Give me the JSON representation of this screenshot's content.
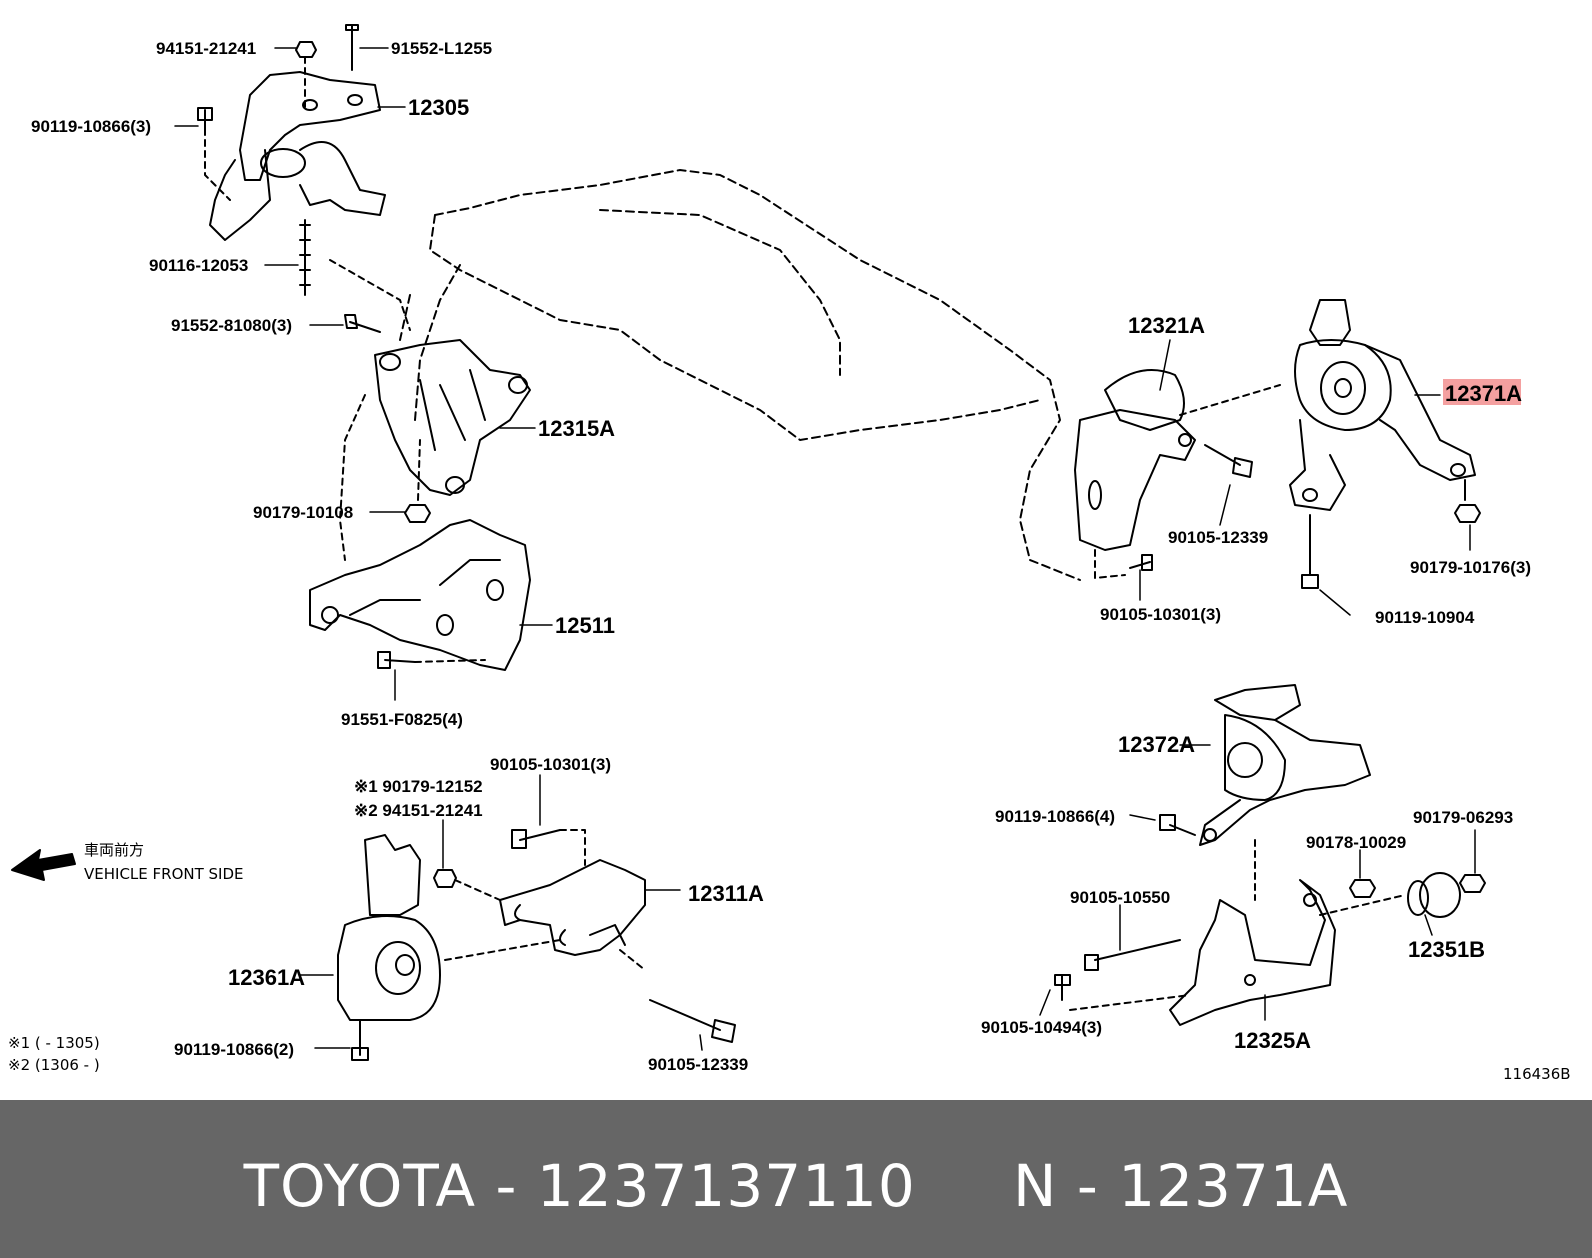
{
  "diagram": {
    "labels": {
      "p94151_21241": "94151-21241",
      "p91552_L1255": "91552-L1255",
      "p12305": "12305",
      "p90119_10866_3": "90119-10866(3)",
      "p90116_12053": "90116-12053",
      "p91552_81080_3": "91552-81080(3)",
      "p12315A": "12315A",
      "p90179_10108": "90179-10108",
      "p12511": "12511",
      "p91551_F0825_4": "91551-F0825(4)",
      "p12321A": "12321A",
      "p12371A": "12371A",
      "p90105_12339_a": "90105-12339",
      "p90179_10176_3": "90179-10176(3)",
      "p90105_10301_3_a": "90105-10301(3)",
      "p90119_10904": "90119-10904",
      "p12372A": "12372A",
      "p90119_10866_4": "90119-10866(4)",
      "p90178_10029": "90178-10029",
      "p90179_06293": "90179-06293",
      "p90105_10550": "90105-10550",
      "p12351B": "12351B",
      "p90105_10494_3": "90105-10494(3)",
      "p12325A": "12325A",
      "p90105_10301_3_b": "90105-10301(3)",
      "p90179_12152": "※1 90179-12152",
      "p94151_21241_b": "※2 94151-21241",
      "p12311A": "12311A",
      "p12361A": "12361A",
      "p90119_10866_2": "90119-10866(2)",
      "p90105_12339_b": "90105-12339"
    },
    "front_jp": "車両前方",
    "front_en": "VEHICLE FRONT SIDE",
    "note1": "※1 (        - 1305)",
    "note2": "※2 (1306 -        )",
    "figure_id": "116436B",
    "highlight_color": "#f4a0a0"
  },
  "footer": {
    "title": "TOYOTA - 1237137110     N - 12371A",
    "background": "#666666"
  }
}
